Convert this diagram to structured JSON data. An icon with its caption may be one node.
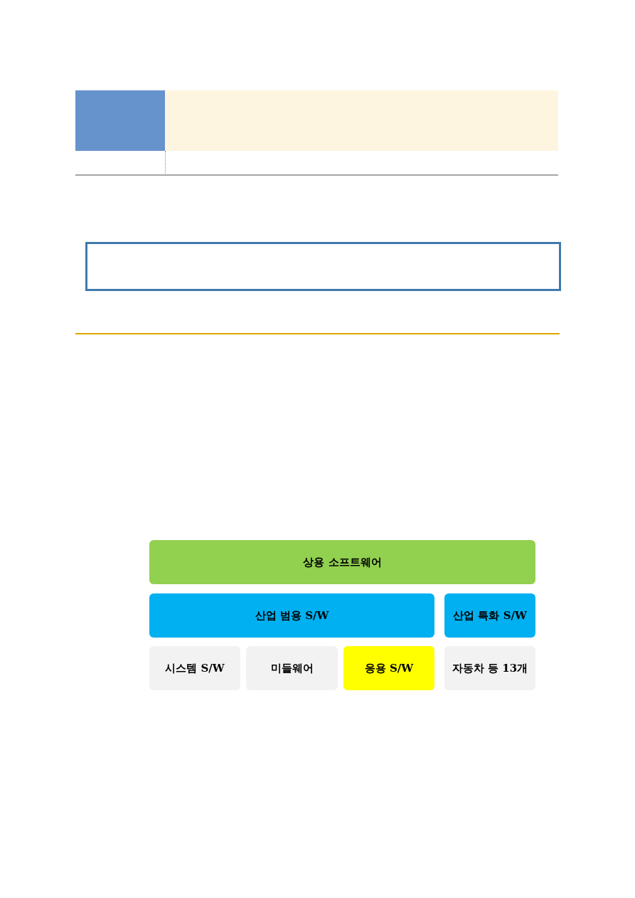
{
  "diagram": {
    "nodes": [
      {
        "text": [
          "상용 소프트웨어"
        ]
      },
      {
        "text": [
          "산업 범용 S/W"
        ]
      },
      {
        "text": [
          "산업 특화 S/W"
        ]
      },
      {
        "text": [
          "시스템 S/W"
        ]
      },
      {
        "text": [
          "미들웨어"
        ]
      },
      {
        "text": [
          "응용 S/W"
        ]
      },
      {
        "text": [
          "자동차 등 13개"
        ]
      }
    ]
  }
}
